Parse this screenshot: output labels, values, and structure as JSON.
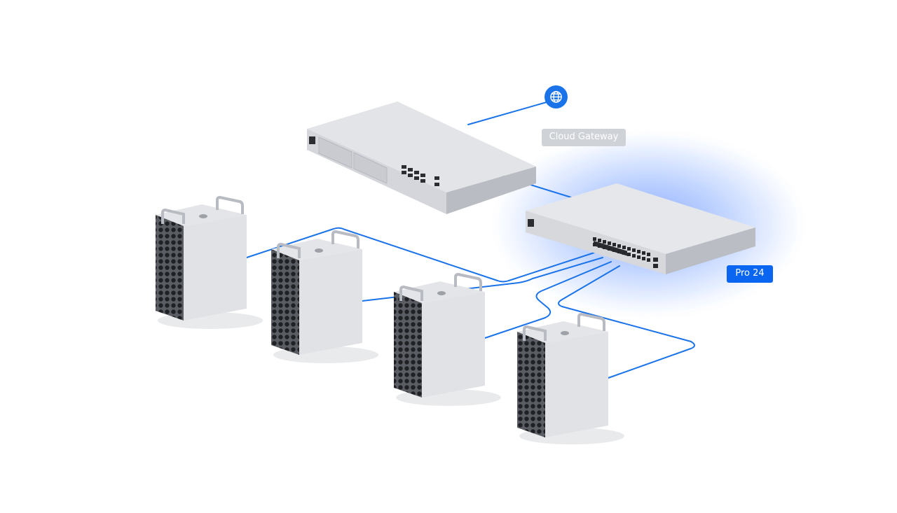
{
  "labels": {
    "gateway": "Cloud Gateway",
    "switch": "Pro 24"
  },
  "nodes": {
    "internet": {
      "icon": "globe-icon"
    },
    "gateway": {
      "icon": "rack-gateway-icon"
    },
    "switch": {
      "icon": "rack-switch-icon",
      "highlighted": true
    },
    "servers": [
      {
        "icon": "tower-server-icon"
      },
      {
        "icon": "tower-server-icon"
      },
      {
        "icon": "tower-server-icon"
      },
      {
        "icon": "tower-server-icon"
      }
    ]
  },
  "links": [
    {
      "from": "gateway",
      "to": "internet"
    },
    {
      "from": "gateway",
      "to": "switch"
    },
    {
      "from": "switch",
      "to": "server-1"
    },
    {
      "from": "switch",
      "to": "server-2"
    },
    {
      "from": "switch",
      "to": "server-3"
    },
    {
      "from": "switch",
      "to": "server-4"
    }
  ],
  "colors": {
    "link": "#1a73e8",
    "switch_glow": "#2f6bff",
    "gateway_label_bg": "#cfd2d6",
    "gateway_label_text": "#ffffff",
    "switch_label_bg": "#0a66f0",
    "switch_label_text": "#ffffff",
    "device_body": "#dcdde1",
    "device_top": "#e6e7ea",
    "device_dark": "#2b2d31"
  }
}
